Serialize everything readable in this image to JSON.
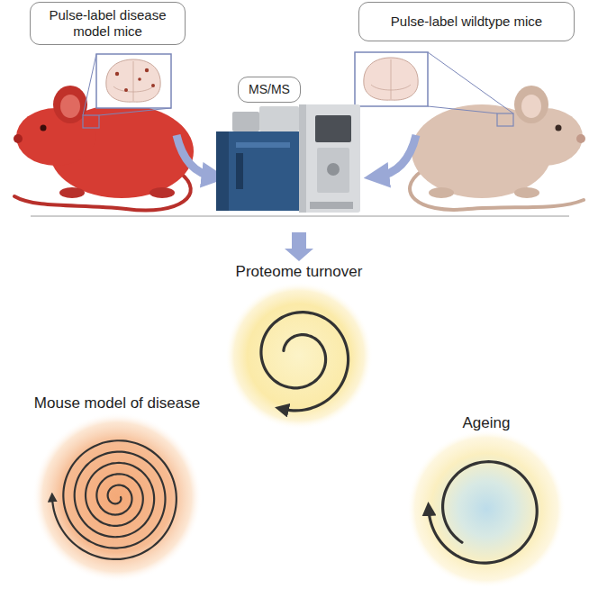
{
  "diagram": {
    "nodes": [
      {
        "text": [
          "Pulse-label disease model mice"
        ]
      },
      {
        "text": [
          "Pulse-label wildtype mice"
        ]
      },
      {
        "text": [
          "MS/MS"
        ]
      },
      {
        "text": [
          "Proteome turnover"
        ]
      },
      {
        "text": [
          "Mouse model of disease"
        ]
      },
      {
        "text": [
          "Ageing"
        ]
      }
    ]
  }
}
